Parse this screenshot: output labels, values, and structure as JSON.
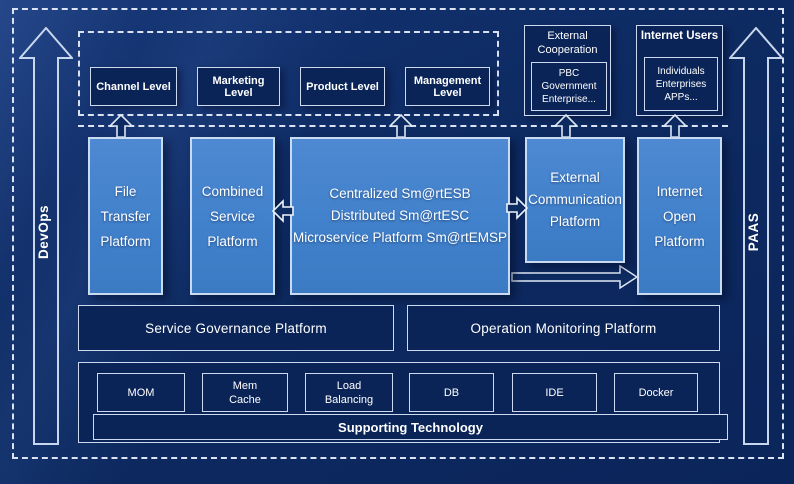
{
  "colors": {
    "background": "#0d2a61",
    "panel_navy": "#0a2457",
    "platform_blue": "#4080ca",
    "border_light": "#ccd9ee",
    "text": "#ffffff"
  },
  "left_rail": {
    "label": "DevOps"
  },
  "right_rail": {
    "label": "PAAS"
  },
  "levels": {
    "items": [
      {
        "label": "Channel Level"
      },
      {
        "label": "Marketing Level"
      },
      {
        "label": "Product Level"
      },
      {
        "label": "Management Level"
      }
    ]
  },
  "external_cooperation": {
    "title": "External\nCooperation",
    "members": "PBC Government\nEnterprise..."
  },
  "internet_users": {
    "title": "Internet Users",
    "members": "Individuals\nEnterprises\nAPPs..."
  },
  "platforms": {
    "file_transfer": "File\nTransfer\nPlatform",
    "combined_service": "Combined\nService\nPlatform",
    "esb": "Centralized Sm@rtESB\nDistributed Sm@rtESC\nMicroservice Platform Sm@rtEMSP",
    "external_communication": "External\nCommunication\nPlatform",
    "internet_open": "Internet\nOpen\nPlatform"
  },
  "governance": {
    "service": "Service Governance Platform",
    "operation": "Operation Monitoring Platform"
  },
  "supporting": {
    "title": "Supporting Technology",
    "items": [
      {
        "label": "MOM"
      },
      {
        "label": "Mem\nCache"
      },
      {
        "label": "Load\nBalancing"
      },
      {
        "label": "DB"
      },
      {
        "label": "IDE"
      },
      {
        "label": "Docker"
      }
    ]
  }
}
